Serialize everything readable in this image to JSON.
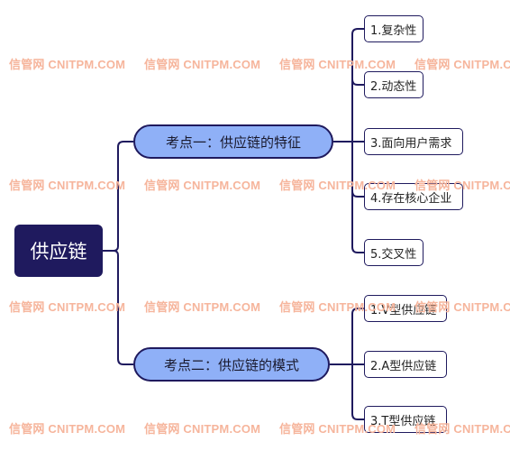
{
  "root": {
    "label": "供应链"
  },
  "branches": [
    {
      "label": "考点一：供应链的特征",
      "leaves": [
        "1.复杂性",
        "2.动态性",
        "3.面向用户需求",
        "4.存在核心企业",
        "5.交叉性"
      ]
    },
    {
      "label": "考点二：供应链的模式",
      "leaves": [
        "1.V型供应链",
        "2.A型供应链",
        "3.T型供应链"
      ]
    }
  ],
  "watermark": {
    "text_full": "信管网 CNITPM.COM",
    "text_cut": "信管网 CNITPM.C"
  },
  "colors": {
    "root_bg": "#1f1a5e",
    "branch_bg": "#8fb0f7",
    "line": "#1f1a5e",
    "leaf_border": "#1f1a5e",
    "watermark": "#f6b59c"
  }
}
